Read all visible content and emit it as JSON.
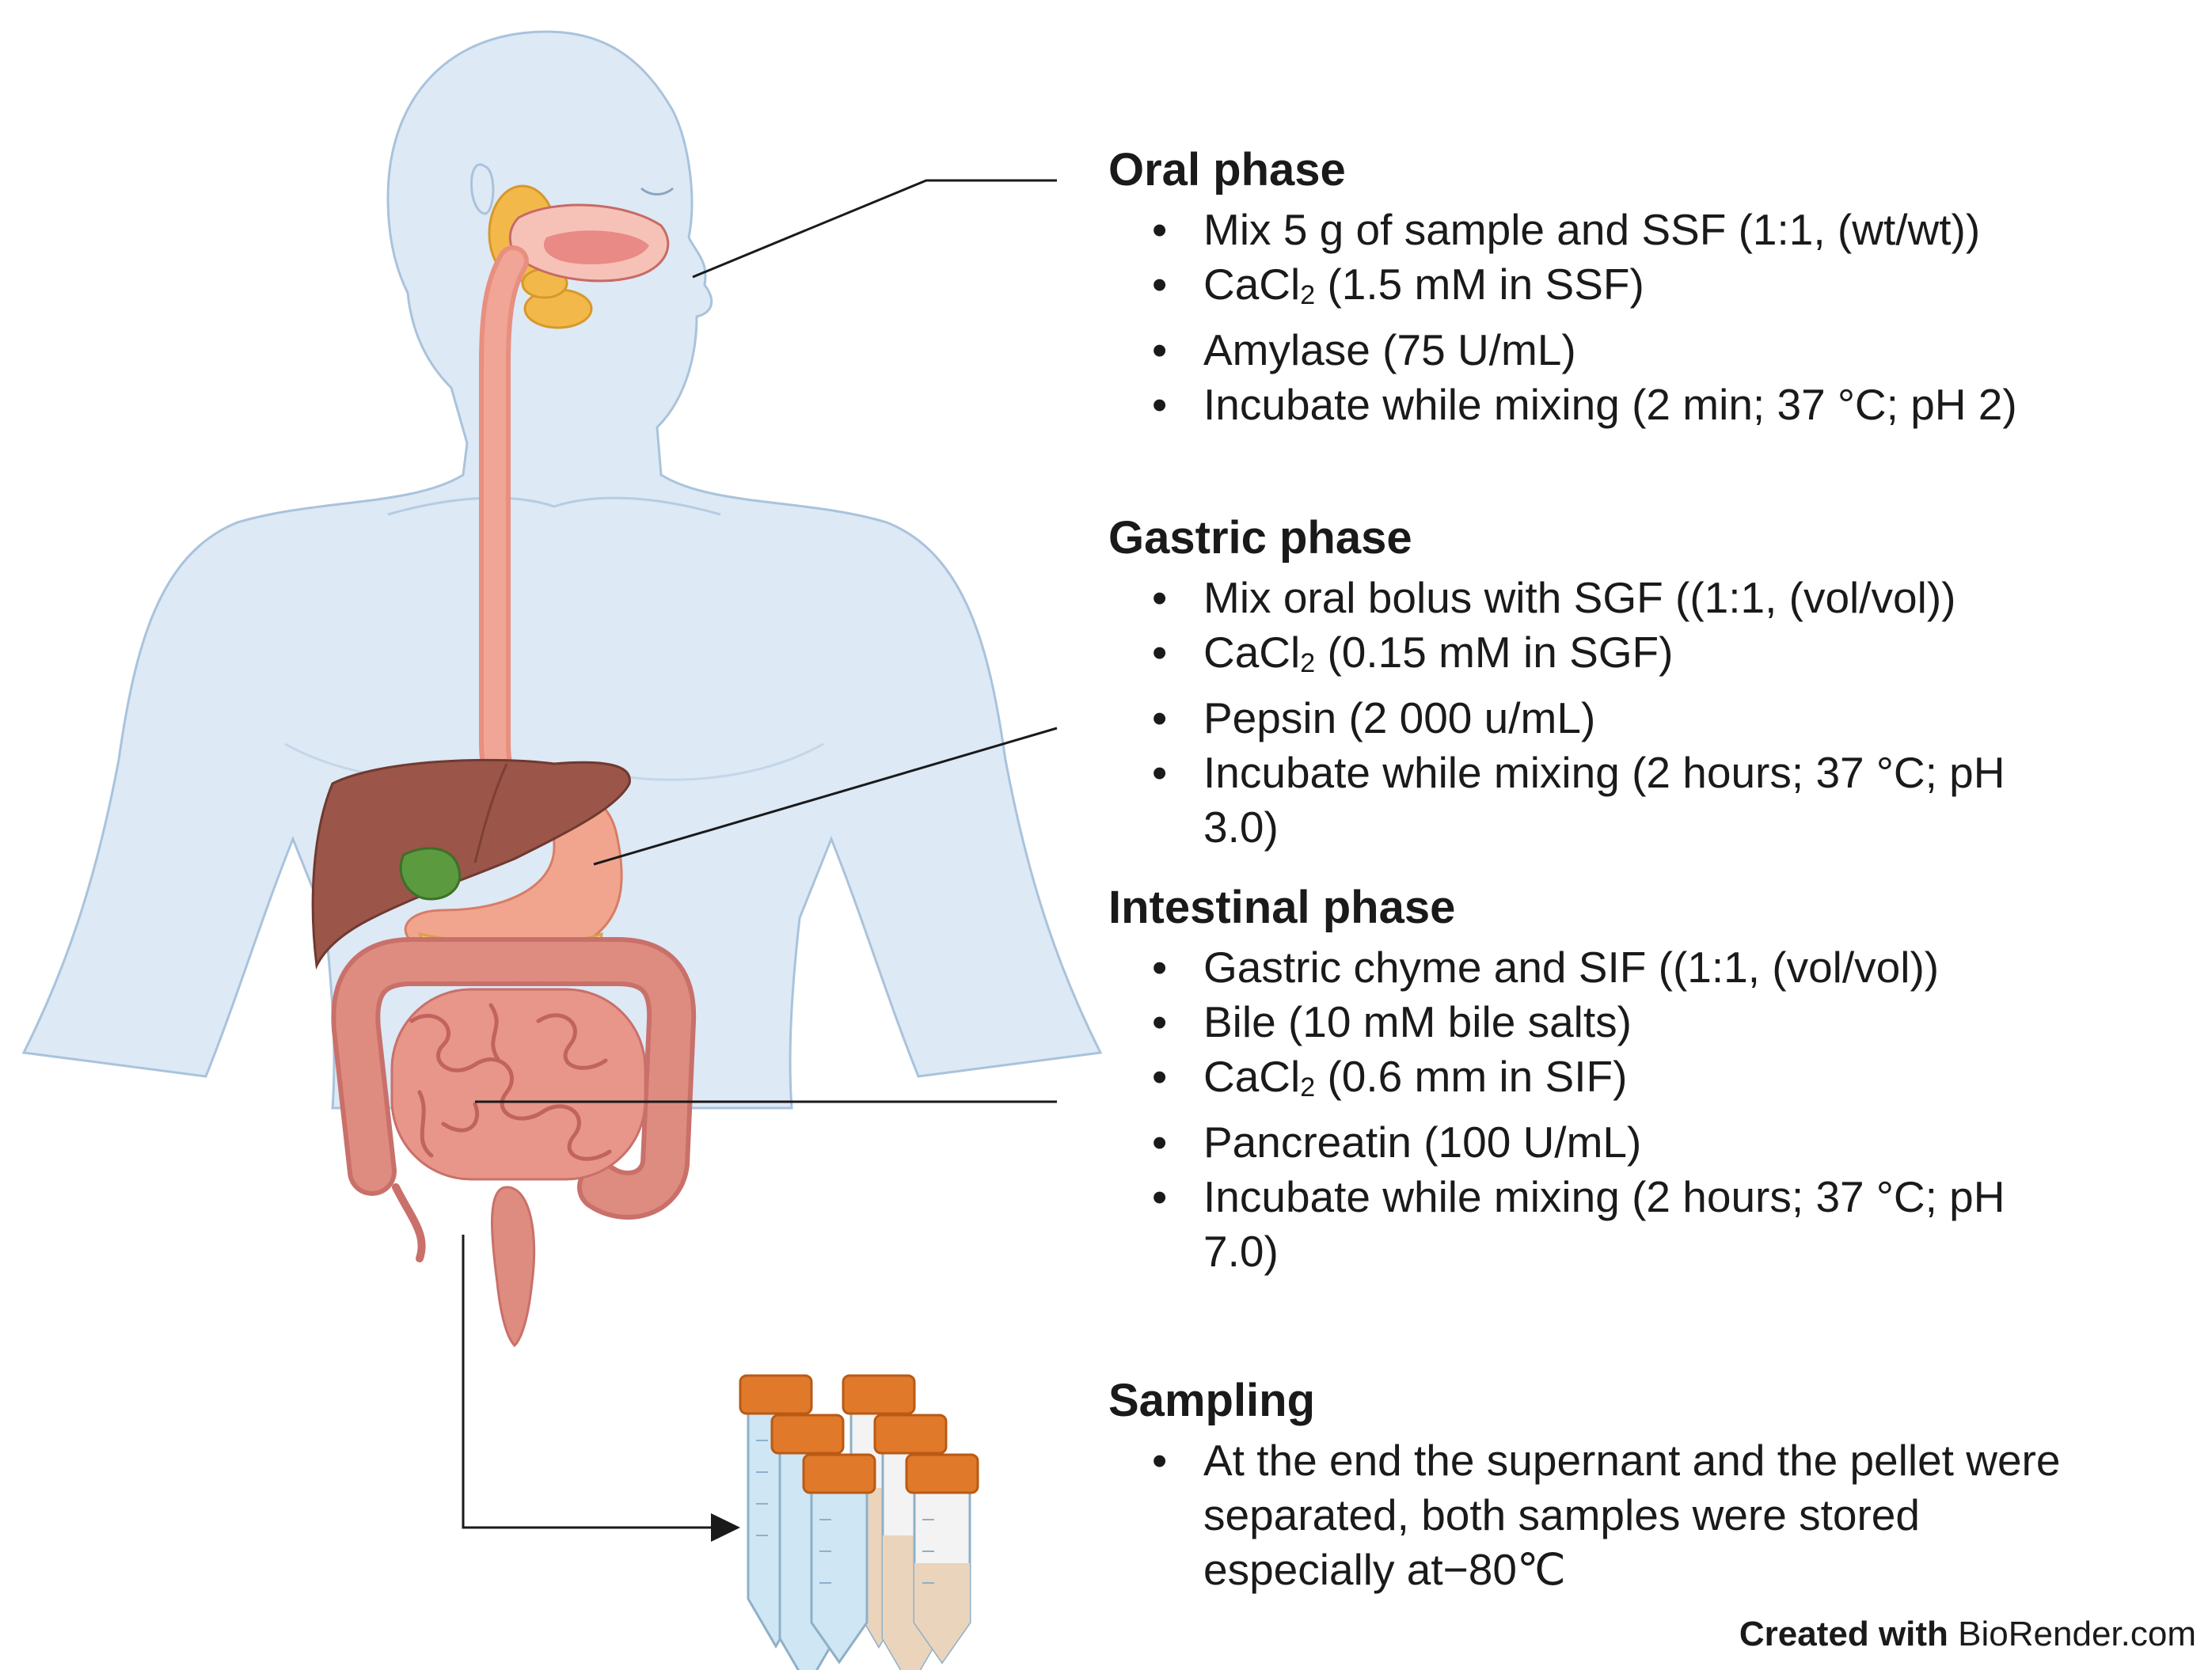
{
  "phases": {
    "oral": {
      "title": "Oral phase",
      "items": [
        {
          "text": "Mix 5 g of sample and SSF (1:1, (wt/wt))"
        },
        {
          "pre": "CaCl",
          "sub": "2",
          "post": " (1.5 mM in SSF)"
        },
        {
          "text": "Amylase (75 U/mL)"
        },
        {
          "text": "Incubate while mixing (2 min;  37 °C; pH 2)"
        }
      ]
    },
    "gastric": {
      "title": "Gastric phase",
      "items": [
        {
          "text": "Mix oral bolus with SGF ((1:1, (vol/vol))"
        },
        {
          "pre": "CaCl",
          "sub": "2",
          "post": " (0.15  mM in SGF)"
        },
        {
          "text": "Pepsin (2 000 u/mL)"
        },
        {
          "text": "Incubate while mixing (2 hours; 37 °C; pH"
        },
        {
          "text": "3.0)",
          "continuation": true
        }
      ]
    },
    "intestinal": {
      "title": "Intestinal phase",
      "items": [
        {
          "text": "Gastric chyme and SIF ((1:1, (vol/vol))"
        },
        {
          "text": "Bile (10 mM bile salts)"
        },
        {
          "pre": "CaCl",
          "sub": "2",
          "post": " (0.6 mm in SIF)"
        },
        {
          "text": "Pancreatin (100 U/mL)"
        },
        {
          "text": "Incubate while mixing (2 hours; 37 °C; pH"
        },
        {
          "text": "7.0)",
          "continuation": true
        }
      ]
    },
    "sampling": {
      "title": "Sampling",
      "items": [
        {
          "text": "At the end the supernant and the pellet were"
        },
        {
          "text": "separated, both samples were stored",
          "continuation": true
        },
        {
          "text": "especially at−80℃",
          "continuation": true
        }
      ]
    }
  },
  "credit": {
    "bold": "Created with",
    "normal": " BioRender.com"
  },
  "colors": {
    "body": "#dde9f5",
    "body_outline": "#a9c3dc",
    "esophagus": "#f0a596",
    "mouth": "#e98a86",
    "salivary_gland": "#f2b94a",
    "liver": "#9b5549",
    "gallbladder": "#5b9a3e",
    "stomach": "#f2a58e",
    "intestine": "#df8c80",
    "tube_cap": "#e07a2a",
    "tube_blue": "#cfe6f5",
    "tube_tan": "#ead4bc"
  }
}
